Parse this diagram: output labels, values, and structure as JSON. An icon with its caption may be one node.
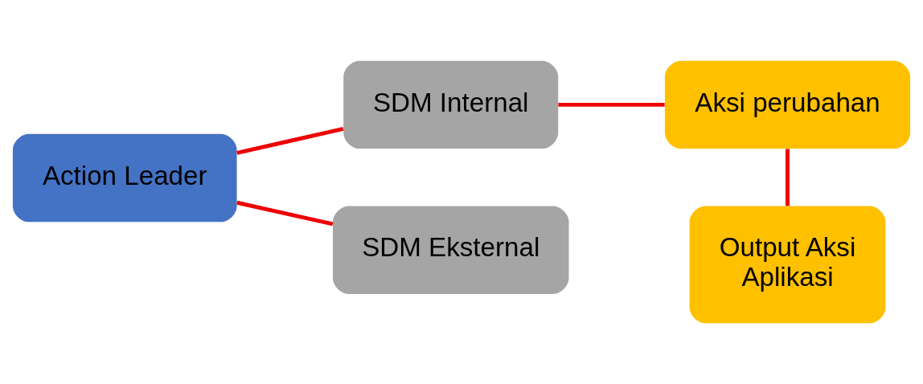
{
  "diagram": {
    "nodes": [
      {
        "text": [
          "Action Leader"
        ]
      },
      {
        "text": [
          "SDM Internal"
        ]
      },
      {
        "text": [
          "SDM Eksternal"
        ]
      },
      {
        "text": [
          "Aksi perubahan"
        ]
      },
      {
        "text": [
          "Output Aksi",
          "Aplikasi"
        ]
      }
    ],
    "edges": [
      {
        "from": 0,
        "to": 1,
        "arrow": "none"
      },
      {
        "from": 0,
        "to": 2,
        "arrow": "none"
      },
      {
        "from": 1,
        "to": 3,
        "arrow": "none"
      },
      {
        "from": 3,
        "to": 4,
        "arrow": "none"
      }
    ]
  }
}
